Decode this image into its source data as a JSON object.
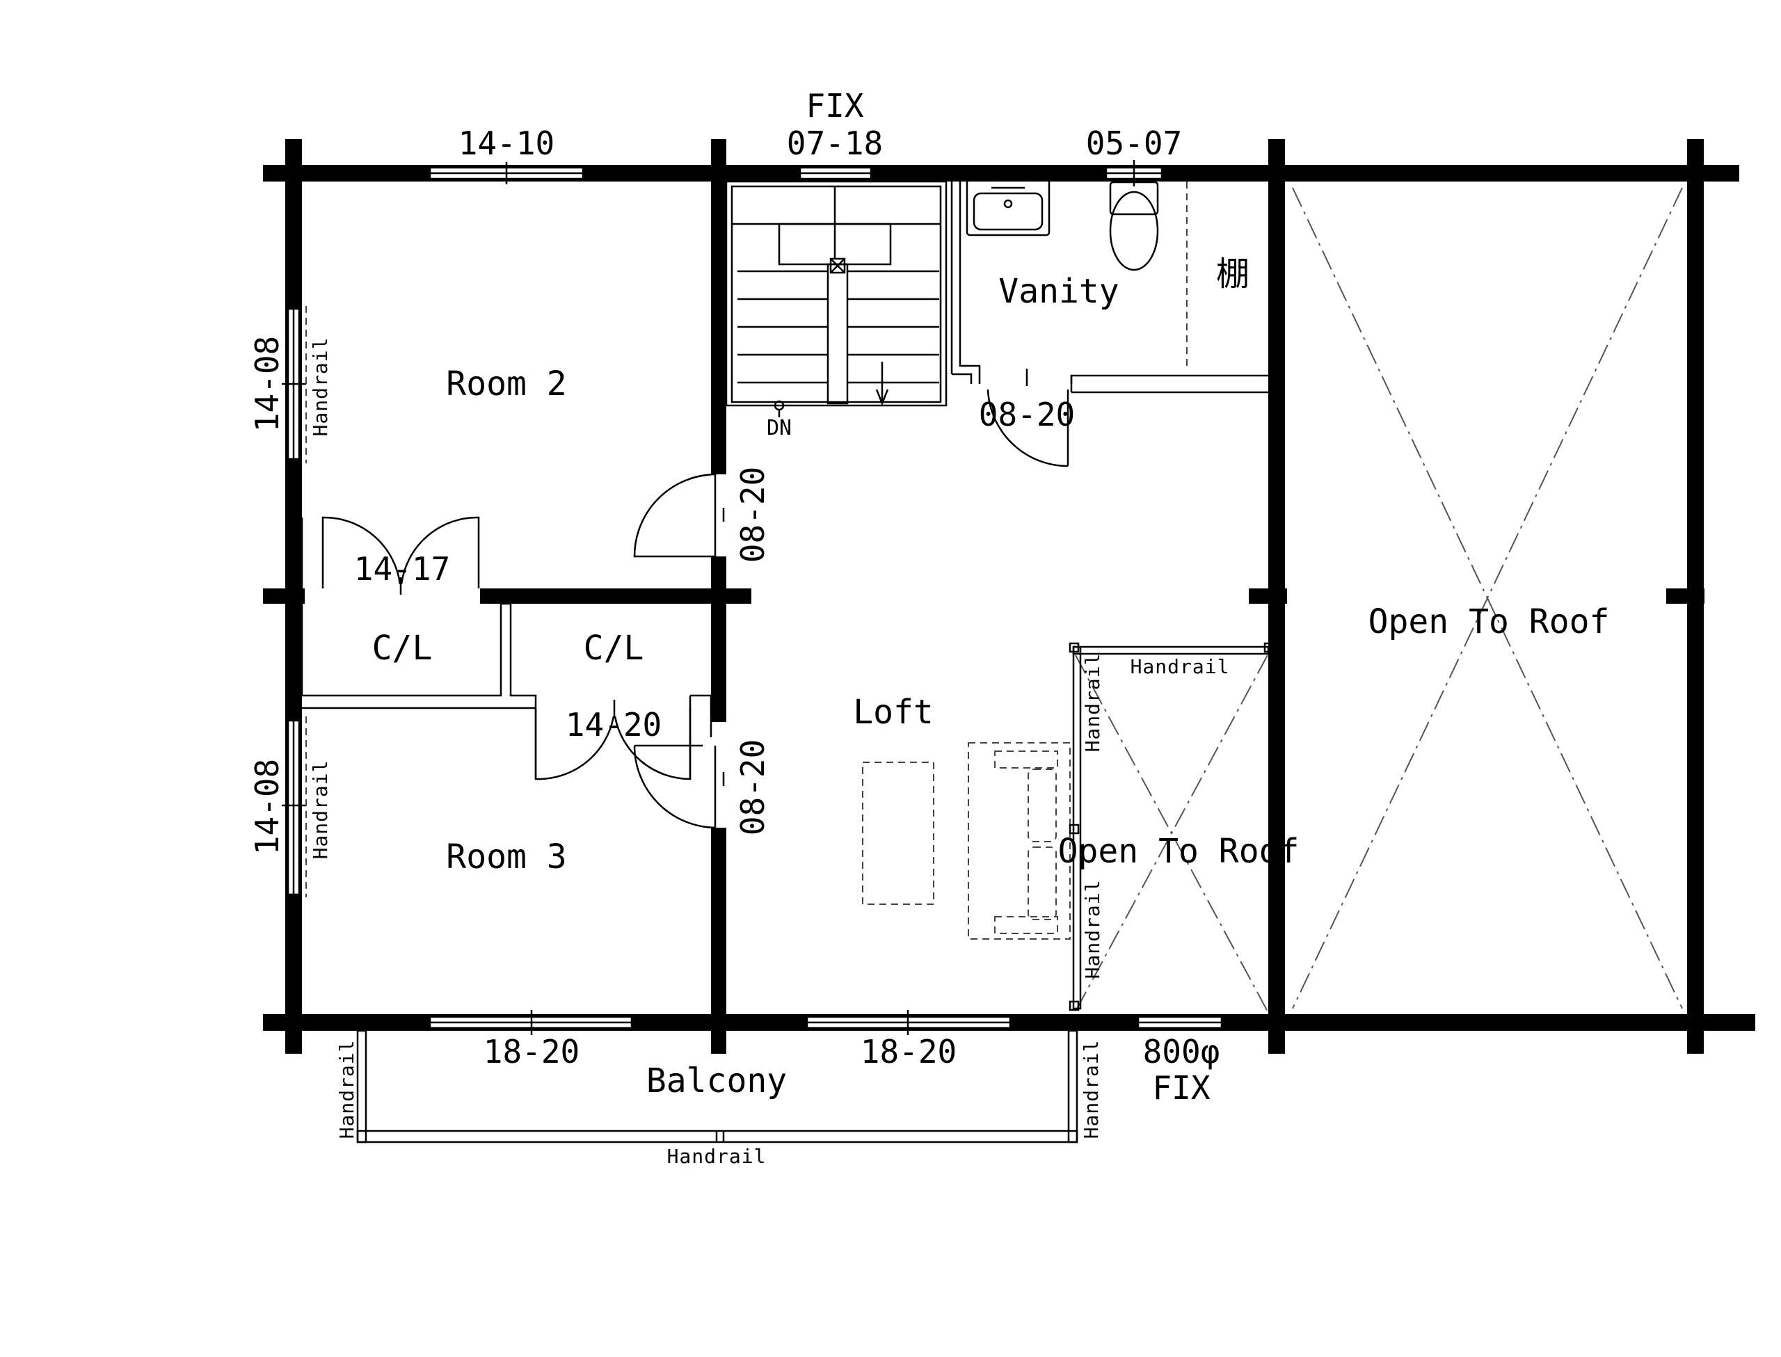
{
  "rooms": {
    "room2": "Room 2",
    "room3": "Room 3",
    "cl_left": "C/L",
    "cl_right": "C/L",
    "vanity": "Vanity",
    "shelf": "棚",
    "loft": "Loft",
    "open_small": "Open To Roof",
    "open_large": "Open To Roof",
    "balcony": "Balcony",
    "stair_dn": "DN"
  },
  "dimensions": {
    "win_room2_top": "14-10",
    "win_fix_label": "FIX",
    "win_stair_top": "07-18",
    "win_wc_top": "05-07",
    "win_room2_side": "14-08",
    "win_room3_side": "14-08",
    "door_room2": "08-20",
    "door_room3": "08-20",
    "door_vanity": "08-20",
    "door_cl_left": "14-17",
    "door_cl_right": "14-20",
    "win_bottom_left": "18-20",
    "win_bottom_mid": "18-20",
    "win_round": "800φ",
    "win_round_fix": "FIX"
  },
  "handrails": {
    "room2_window": "Handrail",
    "room3_window": "Handrail",
    "opening_top": "Handrail",
    "opening_left_upper": "Handrail",
    "opening_left_lower": "Handrail",
    "balcony_left": "Handrail",
    "balcony_right": "Handrail",
    "balcony_bottom": "Handrail"
  }
}
